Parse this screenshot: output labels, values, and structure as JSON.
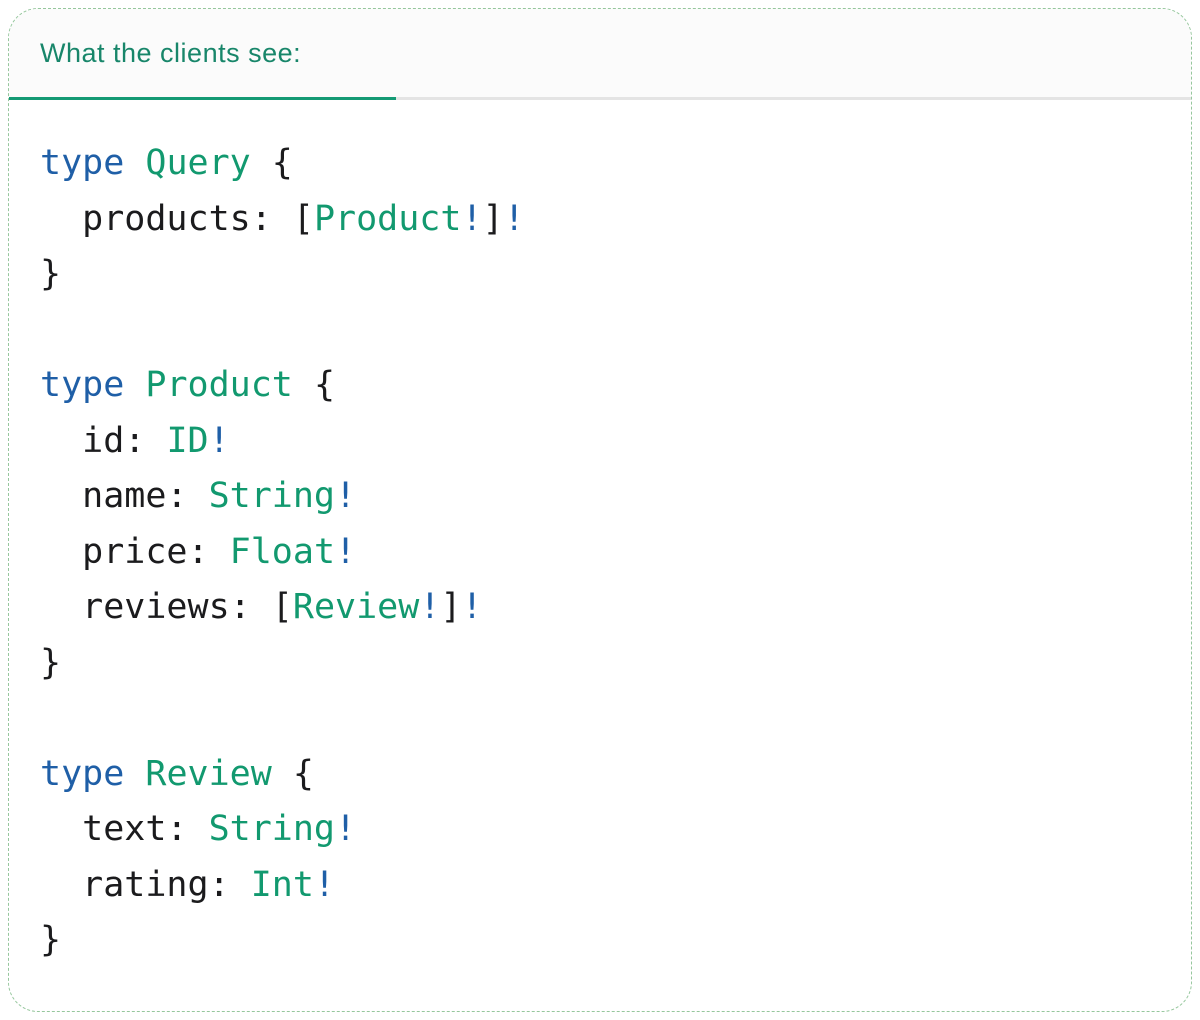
{
  "header": {
    "title": "What the clients see:"
  },
  "colors": {
    "accent_teal": "#149a74",
    "title_green": "#18866a",
    "keyword_blue": "#1f5fa7",
    "typename_green": "#12996f",
    "code_text": "#1b1b1d",
    "tabbar_bg": "#fbfbfb",
    "divider_gray": "#e4e4e4",
    "card_border_green": "#96c79d",
    "card_bg": "#ffffff"
  },
  "code": {
    "lines": [
      [
        {
          "text": "type",
          "style": "keyword"
        },
        {
          "text": " ",
          "style": "plain"
        },
        {
          "text": "Query",
          "style": "typename"
        },
        {
          "text": " {",
          "style": "plain"
        }
      ],
      [
        {
          "text": "  products: [",
          "style": "plain"
        },
        {
          "text": "Product",
          "style": "typename"
        },
        {
          "text": "!",
          "style": "bang"
        },
        {
          "text": "]",
          "style": "plain"
        },
        {
          "text": "!",
          "style": "bang"
        }
      ],
      [
        {
          "text": "}",
          "style": "plain"
        }
      ],
      [],
      [
        {
          "text": "type",
          "style": "keyword"
        },
        {
          "text": " ",
          "style": "plain"
        },
        {
          "text": "Product",
          "style": "typename"
        },
        {
          "text": " {",
          "style": "plain"
        }
      ],
      [
        {
          "text": "  id: ",
          "style": "plain"
        },
        {
          "text": "ID",
          "style": "typename"
        },
        {
          "text": "!",
          "style": "bang"
        }
      ],
      [
        {
          "text": "  name: ",
          "style": "plain"
        },
        {
          "text": "String",
          "style": "typename"
        },
        {
          "text": "!",
          "style": "bang"
        }
      ],
      [
        {
          "text": "  price: ",
          "style": "plain"
        },
        {
          "text": "Float",
          "style": "typename"
        },
        {
          "text": "!",
          "style": "bang"
        }
      ],
      [
        {
          "text": "  reviews: [",
          "style": "plain"
        },
        {
          "text": "Review",
          "style": "typename"
        },
        {
          "text": "!",
          "style": "bang"
        },
        {
          "text": "]",
          "style": "plain"
        },
        {
          "text": "!",
          "style": "bang"
        }
      ],
      [
        {
          "text": "}",
          "style": "plain"
        }
      ],
      [],
      [
        {
          "text": "type",
          "style": "keyword"
        },
        {
          "text": " ",
          "style": "plain"
        },
        {
          "text": "Review",
          "style": "typename"
        },
        {
          "text": " {",
          "style": "plain"
        }
      ],
      [
        {
          "text": "  text: ",
          "style": "plain"
        },
        {
          "text": "String",
          "style": "typename"
        },
        {
          "text": "!",
          "style": "bang"
        }
      ],
      [
        {
          "text": "  rating: ",
          "style": "plain"
        },
        {
          "text": "Int",
          "style": "typename"
        },
        {
          "text": "!",
          "style": "bang"
        }
      ],
      [
        {
          "text": "}",
          "style": "plain"
        }
      ]
    ]
  }
}
